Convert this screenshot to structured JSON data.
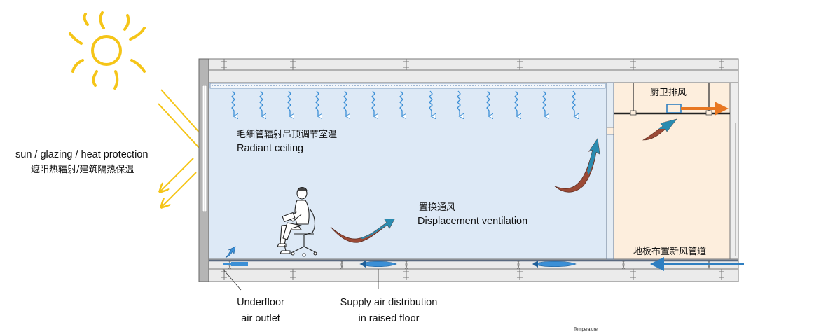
{
  "labels": {
    "sun_en": "sun /  glazing / heat protection",
    "sun_cn": "遮阳热辐射/建筑隔热保温",
    "ceiling_cn": "毛细管辐射吊顶调节室温",
    "ceiling_en": "Radiant ceiling",
    "disp_cn": "置换通风",
    "disp_en": "Displacement ventilation",
    "kitchen_cn": "厨卫排风",
    "floor_duct_cn": "地板布置新风管道",
    "underfloor_l1": "Underfloor",
    "underfloor_l2": "air outlet",
    "supply_l1": "Supply air distribution",
    "supply_l2": "in raised floor",
    "temperature": "Temperature"
  },
  "colors": {
    "room": "#dde9f6",
    "annex": "#fdeedd",
    "structure": "#ebebeb",
    "sun": "#f5c518",
    "cool_arrow": "#3b8fd6",
    "warm_arrow": "#e87722",
    "teal_arrow": "#2a8bb0",
    "brown_arrow": "#9b4a36"
  },
  "icons": [
    "sun-icon",
    "person-chair-icon",
    "airflow-arrow-icon"
  ]
}
